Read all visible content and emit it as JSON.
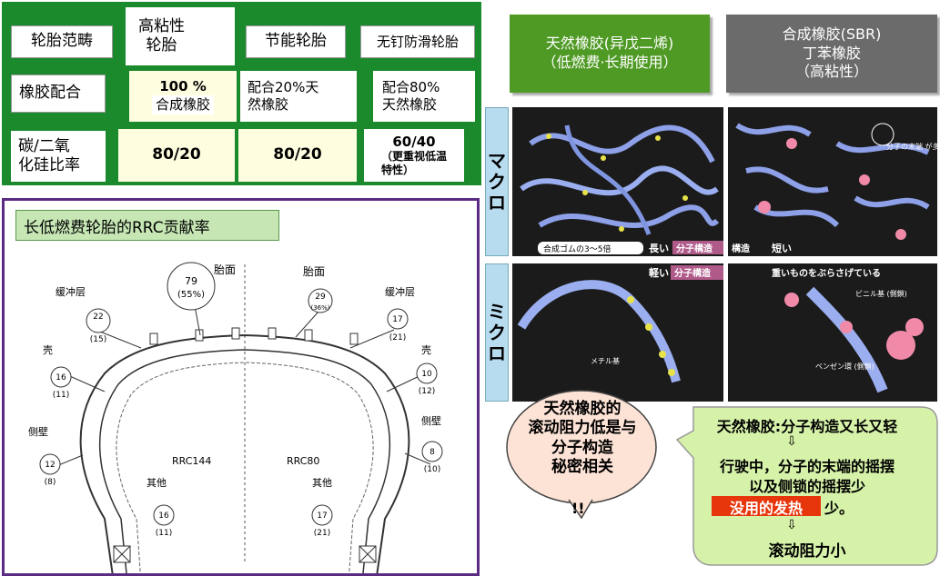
{
  "table": {
    "header_label": "轮胎范畴",
    "col1": "高粘性\n轮胎",
    "col2": "节能轮胎",
    "col3": "无钉防滑轮胎",
    "row1_label": "橡胶配合",
    "row1_col1_value": "100 %",
    "row1_col1_sub": "合成橡胶",
    "row1_col2": "配合20%天\n然橡胶",
    "row1_col3": "配合80%\n天然橡胶",
    "row2_label": "碳/二氧\n化硅比率",
    "row2_col1": "80/20",
    "row2_col2": "80/20",
    "row2_col3_value": "60/40",
    "row2_col3_note": "（更重视低温\n特性）"
  },
  "rrc": {
    "title": "长低燃费轮胎的RRC贡献率",
    "tread_left": "胎面",
    "tread_right": "胎面",
    "breaker_left": "缓冲层",
    "breaker_right": "缓冲层",
    "shell_left": "壳",
    "shell_right": "壳",
    "sidewall_left": "侧壁",
    "sidewall_right": "侧壁",
    "other_left": "其他",
    "other_right": "其他",
    "model_left": "RRC144",
    "model_right": "RRC80",
    "left_values": {
      "tread": "79",
      "tread_pct": "(55%)",
      "breaker": "22",
      "breaker_pct": "(15)",
      "shell": "16",
      "shell_pct": "(11)",
      "sidewall": "12",
      "sidewall_pct": "(8)",
      "other": "16",
      "other_pct": "(11)"
    },
    "right_values": {
      "tread": "29",
      "tread_pct": "(36%)",
      "breaker": "17",
      "breaker_pct": "(21)",
      "shell": "10",
      "shell_pct": "(12)",
      "sidewall": "8",
      "sidewall_pct": "(10)",
      "other": "17",
      "other_pct": "(21)"
    }
  },
  "natural_rubber": {
    "line1": "天然橡胶(异戊二烯)",
    "line2": "（低燃费·长期使用）"
  },
  "synthetic_rubber": {
    "line1": "合成橡胶(SBR)",
    "line2": "丁苯橡胶",
    "line3": "（高粘性）"
  },
  "tabs": {
    "macro": [
      "マ",
      "ク",
      "ロ"
    ],
    "micro": [
      "ミ",
      "ク",
      "ロ"
    ]
  },
  "macro_images": {
    "caption_left": "合成ゴムの3～5倍",
    "caption_long": "長い",
    "caption_structure": "分子構造",
    "caption_short": "短い",
    "annotation": "分子の末端\nが多い"
  },
  "micro_images": {
    "caption_light": "軽い",
    "caption_structure": "分子構造",
    "caption_heavy": "重いものをぶらさげている",
    "methyl": "メチル基",
    "vinyl": "ビニル基\n(側鎖)",
    "benzene": "ベンゼン環\n(側鎖)"
  },
  "speech_bubble": {
    "text": "天然橡胶的\n滚动阻力低是与\n分子构造\n秘密相关",
    "exclaim": "!!"
  },
  "conclusion": {
    "line1": "天然橡胶:分子构造又长又轻",
    "arrow": "⇩",
    "line2": "行驶中，分子的末端的摇摆",
    "line3": "以及侧锁的摇摆少",
    "highlight": "没用的发热",
    "line4_suffix": "少。",
    "line5": "滚动阻力小"
  },
  "colors": {
    "table_green": "#1a8a2c",
    "natural_green": "#4f9a24",
    "synthetic_gray": "#6b6b6b",
    "panel_purple": "#5b2a83",
    "highlight_red": "#e8360c",
    "note_green": "#d6f2a9"
  }
}
